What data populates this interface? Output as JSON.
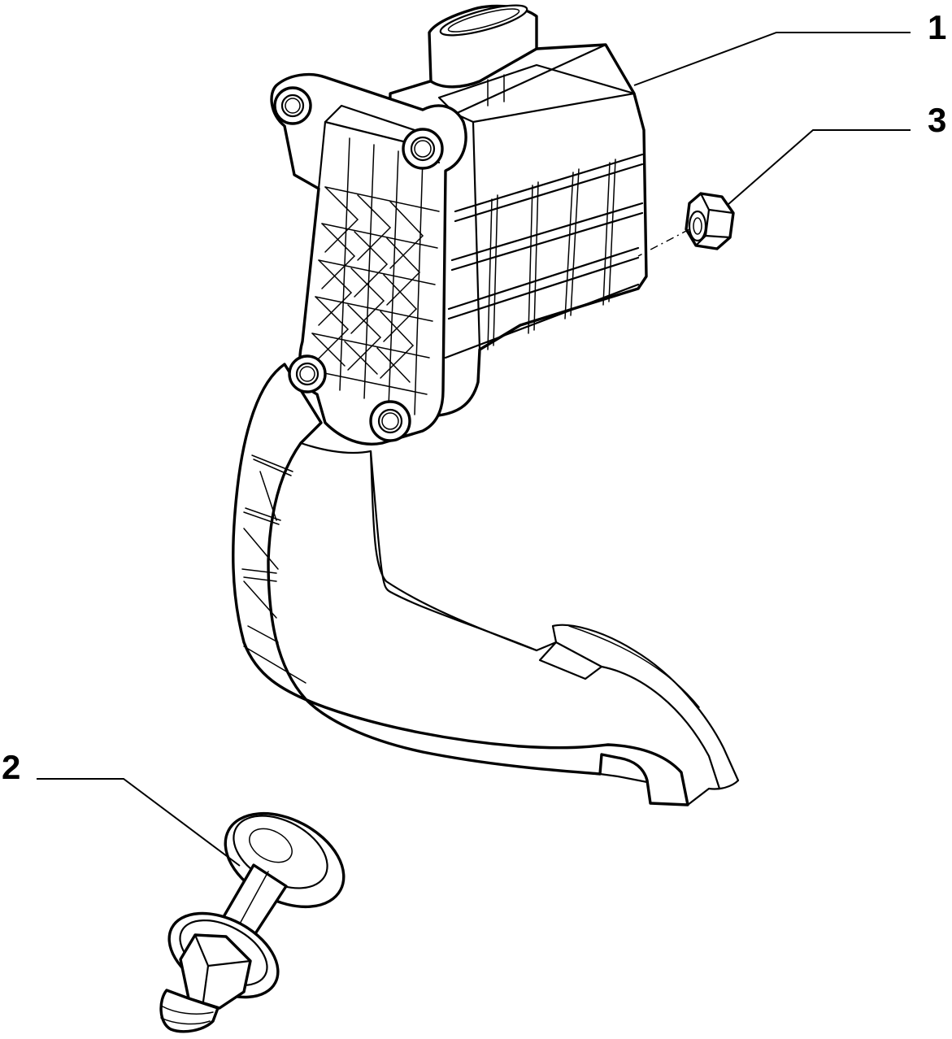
{
  "diagram": {
    "callouts": [
      {
        "id": "1",
        "label": "1",
        "part": "pedal-assembly"
      },
      {
        "id": "2",
        "label": "2",
        "part": "push-clip"
      },
      {
        "id": "3",
        "label": "3",
        "part": "hex-nut"
      }
    ],
    "colors": {
      "line": "#000000",
      "background": "#ffffff"
    }
  }
}
